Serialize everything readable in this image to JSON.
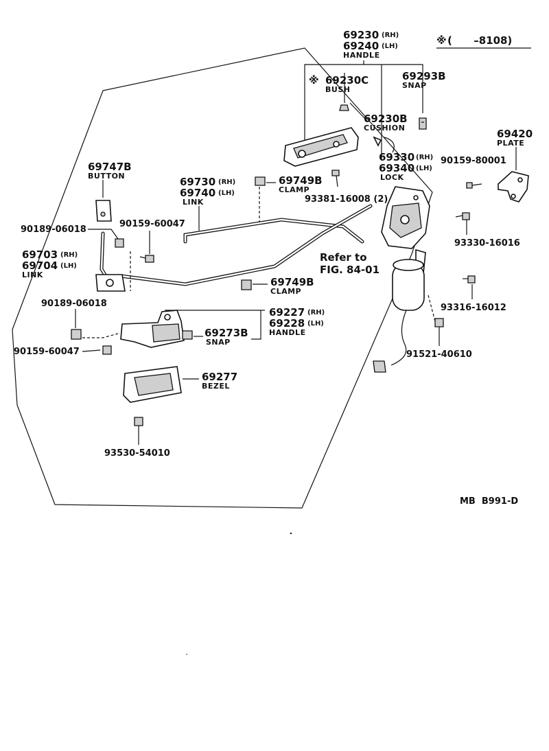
{
  "header_note": {
    "symbol": "※",
    "text": "(      –8108)"
  },
  "handle_outer": {
    "rh": "69230",
    "rh_tag": "(RH)",
    "lh": "69240",
    "lh_tag": "(LH)",
    "name": "HANDLE"
  },
  "bush": {
    "symbol": "※",
    "number": "69230C",
    "name": "BUSH"
  },
  "snap_top": {
    "number": "69293B",
    "name": "SNAP"
  },
  "cushion": {
    "number": "69230B",
    "name": "CUSHION"
  },
  "plate": {
    "number": "69420",
    "name": "PLATE"
  },
  "lock": {
    "rh": "69330",
    "rh_tag": "(RH)",
    "lh": "69340",
    "lh_tag": "(LH)",
    "name": "LOCK"
  },
  "screw_plate": {
    "number": "90159-80001"
  },
  "button": {
    "number": "69747B",
    "name": "BUTTON"
  },
  "link_long": {
    "rh": "69730",
    "rh_tag": "(RH)",
    "lh": "69740",
    "lh_tag": "(LH)",
    "name": "LINK"
  },
  "clamp_top": {
    "number": "69749B",
    "name": "CLAMP"
  },
  "screw_lock": {
    "number": "93381-16008 (2)"
  },
  "clip_left_top": {
    "number": "90189-06018"
  },
  "screw_left_top": {
    "number": "90159-60047"
  },
  "screw_93330": {
    "number": "93330-16016"
  },
  "link_short": {
    "rh": "69703",
    "rh_tag": "(RH)",
    "lh": "69704",
    "lh_tag": "(LH)",
    "name": "LINK"
  },
  "refer": {
    "line1": "Refer to",
    "line2": "FIG. 84-01"
  },
  "clamp_mid": {
    "number": "69749B",
    "name": "CLAMP"
  },
  "screw_93316": {
    "number": "93316-16012"
  },
  "clip_left_mid": {
    "number": "90189-06018"
  },
  "handle_inner": {
    "rh": "69227",
    "rh_tag": "(RH)",
    "lh": "69228",
    "lh_tag": "(LH)",
    "name": "HANDLE"
  },
  "snap_mid": {
    "number": "69273B",
    "name": "SNAP"
  },
  "screw_left_bottom": {
    "number": "90159-60047"
  },
  "screw_91521": {
    "number": "91521-40610"
  },
  "bezel": {
    "number": "69277",
    "name": "BEZEL"
  },
  "screw_bezel": {
    "number": "93530-54010"
  },
  "drawing_code": {
    "text": "MB  B991-D"
  }
}
